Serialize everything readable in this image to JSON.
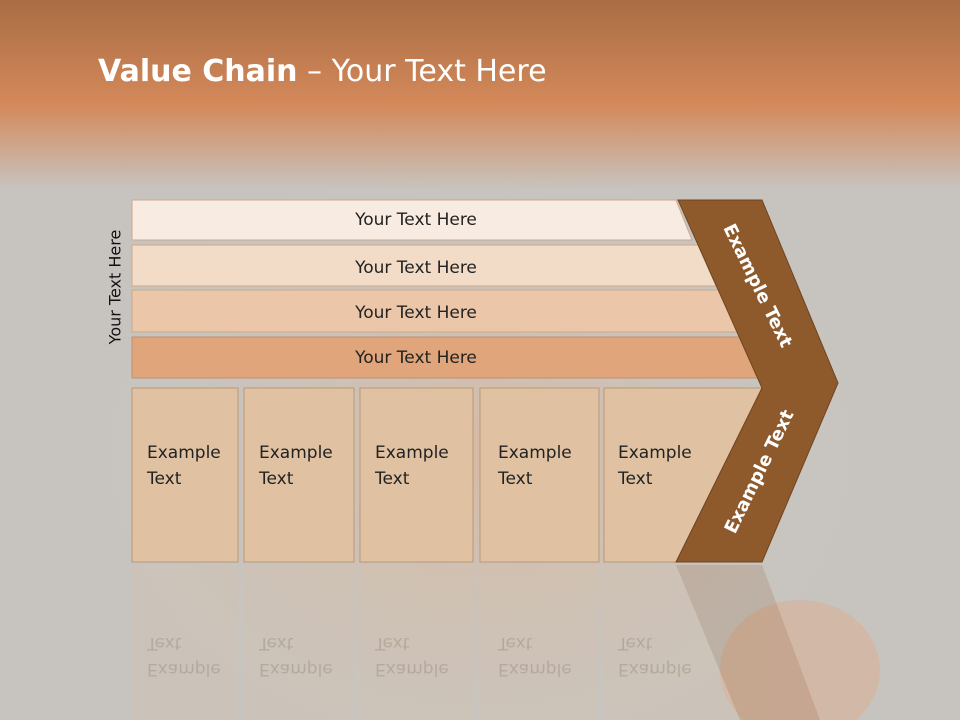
{
  "title": {
    "bold": "Value Chain",
    "rest": " – Your Text Here"
  },
  "side_label": "Your Text Here",
  "bars": [
    {
      "label": "Your Text Here"
    },
    {
      "label": "Your Text Here"
    },
    {
      "label": "Your Text Here"
    },
    {
      "label": "Your Text Here"
    }
  ],
  "boxes": [
    {
      "line1": "Example",
      "line2": "Text"
    },
    {
      "line1": "Example",
      "line2": "Text"
    },
    {
      "line1": "Example",
      "line2": "Text"
    },
    {
      "line1": "Example",
      "line2": "Text"
    },
    {
      "line1": "Example",
      "line2": "Text"
    }
  ],
  "chevron": {
    "upper": "Example Text",
    "lower": "Example Text"
  },
  "colors": {
    "header": "#c98355",
    "bar1": "#f7ebe2",
    "bar2": "#f2dcc8",
    "bar3": "#ebc6a9",
    "bar4": "#e0a57a",
    "box": "#e0c2a2",
    "chevron": "#8e5a2c"
  }
}
